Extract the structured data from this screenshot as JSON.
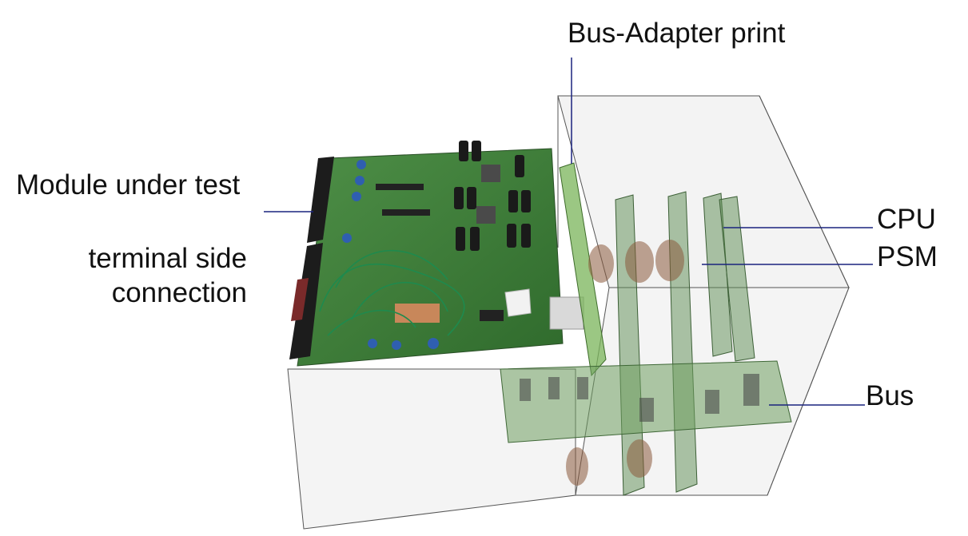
{
  "labels": {
    "bus_adapter": "Bus-Adapter print",
    "module_under_test": "Module under test",
    "terminal_line1": "terminal side",
    "terminal_line2": "connection",
    "cpu": "CPU",
    "psm": "PSM",
    "bus": "Bus"
  },
  "colors": {
    "leader_line": "#1a237e",
    "pcb_green": "#3f7d3a",
    "enclosure_edge": "#555555"
  }
}
